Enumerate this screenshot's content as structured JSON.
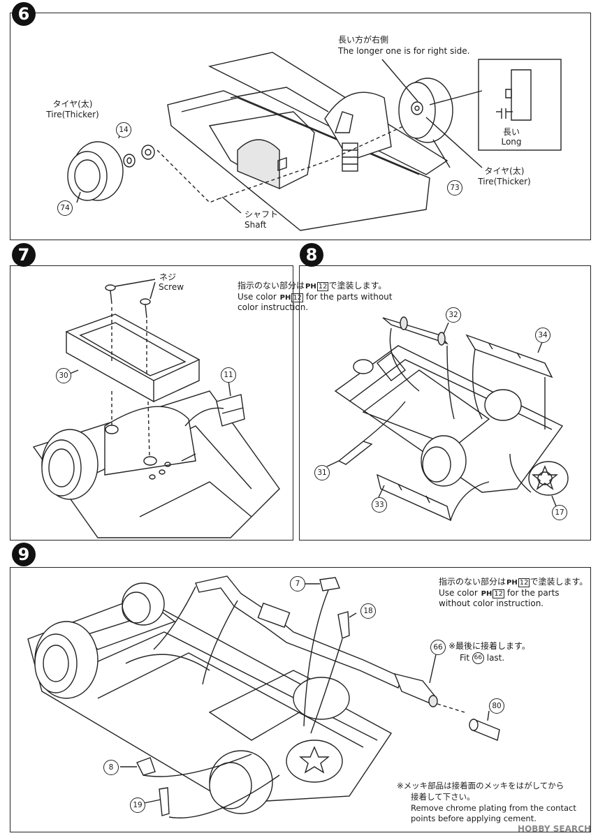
{
  "steps": [
    {
      "number": "6"
    },
    {
      "number": "7"
    },
    {
      "number": "8"
    },
    {
      "number": "9"
    }
  ],
  "step6": {
    "right_side_jp": "長い方が右側",
    "right_side_en": "The longer one is for right side.",
    "tire_left_jp": "タイヤ(太)",
    "tire_left_en": "Tire(Thicker)",
    "tire_right_jp": "タイヤ(太)",
    "tire_right_en": "Tire(Thicker)",
    "long_jp": "長い",
    "long_en": "Long",
    "shaft_jp": "シャフト",
    "shaft_en": "Shaft",
    "parts": {
      "p14": "14",
      "p73": "73",
      "p74": "74"
    }
  },
  "step7": {
    "screw_jp": "ネジ",
    "screw_en": "Screw",
    "parts": {
      "p30": "30",
      "p11": "11"
    }
  },
  "step8": {
    "note_jp_pre": "指示のない部分は",
    "note_jp_color": "PH",
    "note_jp_num": "12",
    "note_jp_post": "で塗装します。",
    "note_en_pre": "Use color",
    "note_en_color": "PH",
    "note_en_num": "12",
    "note_en_post": "for the parts without",
    "note_en_line2": "color instruction.",
    "parts": {
      "p32": "32",
      "p34": "34",
      "p31": "31",
      "p33": "33",
      "p17": "17"
    }
  },
  "step9": {
    "note_jp_pre": "指示のない部分は",
    "note_jp_color": "PH",
    "note_jp_num": "12",
    "note_jp_post": "で塗装します。",
    "note_en_pre": "Use color",
    "note_en_color": "PH",
    "note_en_num": "12",
    "note_en_post": "for the parts",
    "note_en_line2": "without color instruction.",
    "fit_jp": "※最後に接着します。",
    "fit_en_pre": "Fit",
    "fit_en_num": "66",
    "fit_en_post": "last.",
    "chrome_jp1": "※メッキ部品は接着面のメッキをはがしてから",
    "chrome_jp2": "接着して下さい。",
    "chrome_en1": "Remove chrome plating from the contact",
    "chrome_en2": "points before applying cement.",
    "parts": {
      "p7": "7",
      "p18": "18",
      "p66": "66",
      "p80": "80",
      "p8": "8",
      "p19": "19"
    }
  },
  "watermark": "HOBBY SEARCH"
}
